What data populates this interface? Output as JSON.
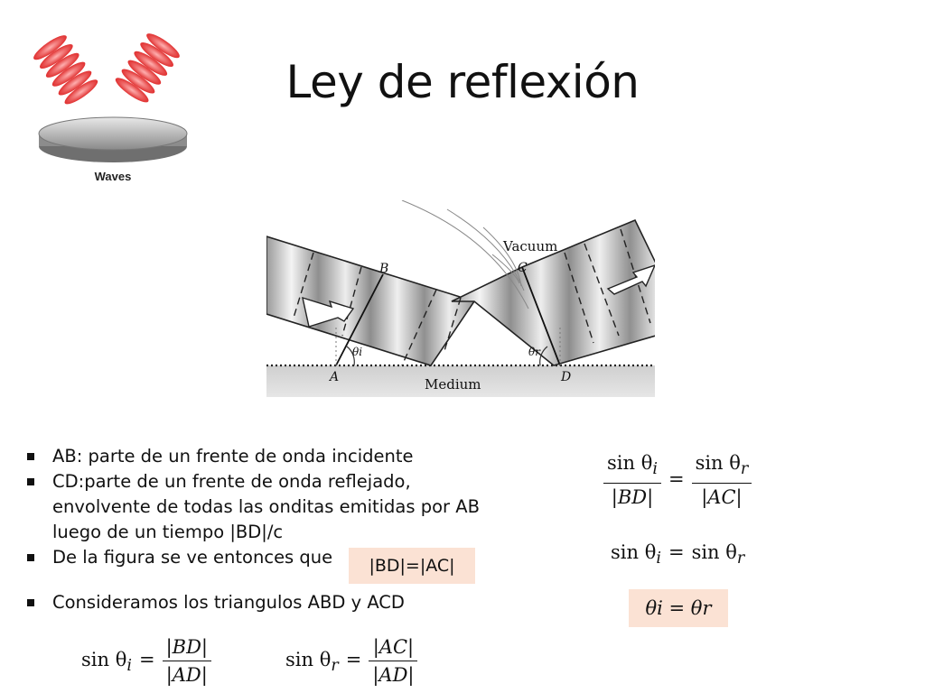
{
  "title": "Ley de reflexión",
  "logo": {
    "caption": "Waves",
    "icon": "waves-reflection-icon"
  },
  "figure": {
    "labels": {
      "vacuum": "Vacuum",
      "medium": "Medium",
      "a": "A",
      "b": "B",
      "c": "C",
      "d": "D"
    },
    "angle_incident": "θi",
    "angle_reflected": "θr"
  },
  "bullets": [
    "AB: parte de un frente de onda incidente",
    "CD:parte de un frente de onda reflejado, envolvente de todas las onditas emitidas por AB luego de un tiempo |BD|/c",
    "De la figura se ve entonces que",
    "Consideramos los triangulos ABD y ACD"
  ],
  "highlight_bd_ac": "|BD|=|AC|",
  "equations": {
    "ratio_left_fn": "sin θ",
    "ratio_left_sub": "i",
    "ratio_left_den": "|BD|",
    "ratio_right_fn": "sin θ",
    "ratio_right_sub": "r",
    "ratio_right_den": "|AC|",
    "sines_equal_left": "sin θ",
    "sines_equal_left_sub": "i",
    "sines_equal_right": "sin θ",
    "sines_equal_right_sub": "r",
    "theta_equal": "θi = θr",
    "tri_i_fn": "sin θ",
    "tri_i_sub": "i",
    "tri_i_num": "|BD|",
    "tri_i_den": "|AD|",
    "tri_r_fn": "sin θ",
    "tri_r_sub": "r",
    "tri_r_num": "|AC|",
    "tri_r_den": "|AD|",
    "equals": "="
  },
  "colors": {
    "highlight": "#fbe2d4",
    "logo_wave": "#e84a4a"
  }
}
